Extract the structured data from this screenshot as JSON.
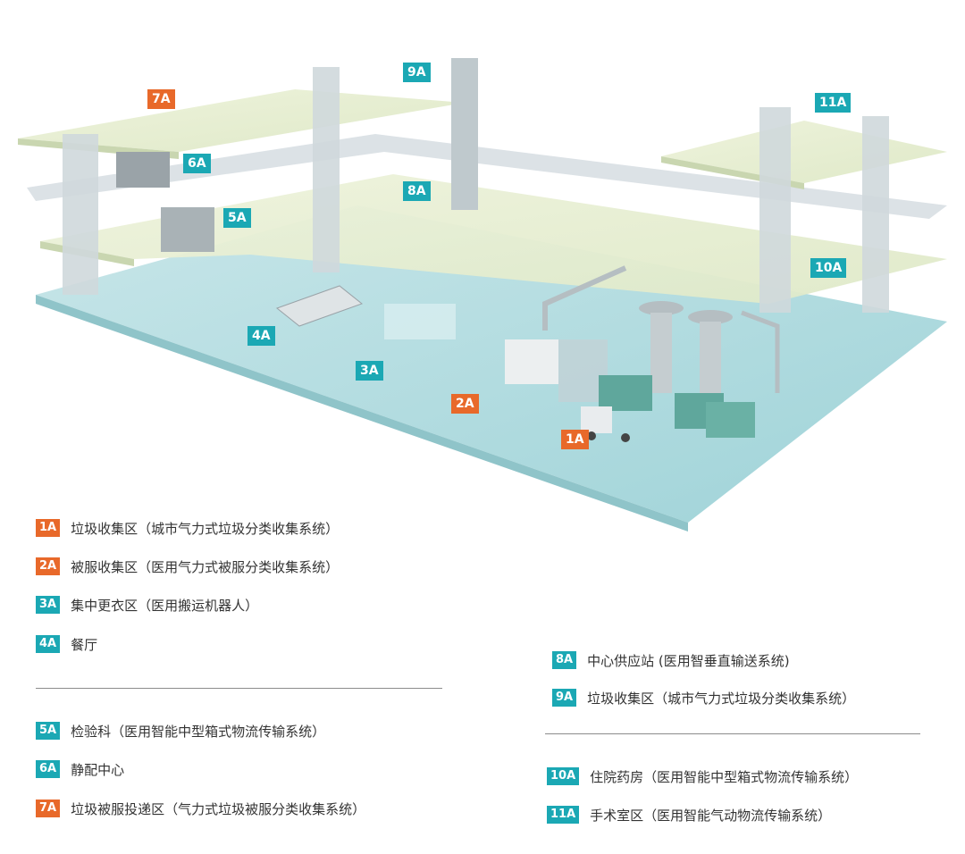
{
  "colors": {
    "orange": "#e8692a",
    "teal": "#1ba8b4"
  },
  "tags": [
    {
      "id": "1A",
      "color": "orange"
    },
    {
      "id": "2A",
      "color": "orange"
    },
    {
      "id": "3A",
      "color": "teal"
    },
    {
      "id": "4A",
      "color": "teal"
    },
    {
      "id": "5A",
      "color": "teal"
    },
    {
      "id": "6A",
      "color": "teal"
    },
    {
      "id": "7A",
      "color": "orange"
    },
    {
      "id": "8A",
      "color": "teal"
    },
    {
      "id": "9A",
      "color": "teal"
    },
    {
      "id": "10A",
      "color": "teal"
    },
    {
      "id": "11A",
      "color": "teal"
    }
  ],
  "legend_left_top": [
    {
      "badge": "1A",
      "color": "orange",
      "text": "垃圾收集区（城市气力式垃圾分类收集系统）"
    },
    {
      "badge": "2A",
      "color": "orange",
      "text": "被服收集区（医用气力式被服分类收集系统）"
    },
    {
      "badge": "3A",
      "color": "teal",
      "text": "集中更衣区（医用搬运机器人）"
    },
    {
      "badge": "4A",
      "color": "teal",
      "text": "餐厅"
    }
  ],
  "legend_left_bottom": [
    {
      "badge": "5A",
      "color": "teal",
      "text": "检验科（医用智能中型箱式物流传输系统）"
    },
    {
      "badge": "6A",
      "color": "teal",
      "text": "静配中心"
    },
    {
      "badge": "7A",
      "color": "orange",
      "text": "垃圾被服投递区（气力式垃圾被服分类收集系统）"
    }
  ],
  "legend_right_top": [
    {
      "badge": "8A",
      "color": "teal",
      "text": "中心供应站 (医用智垂直输送系统)"
    },
    {
      "badge": "9A",
      "color": "teal",
      "text": "垃圾收集区（城市气力式垃圾分类收集系统）"
    }
  ],
  "legend_right_bottom": [
    {
      "badge": "10A",
      "color": "teal",
      "text": "住院药房（医用智能中型箱式物流传输系统）"
    },
    {
      "badge": "11A",
      "color": "teal",
      "text": "手术室区（医用智能气动物流传输系统）"
    }
  ]
}
